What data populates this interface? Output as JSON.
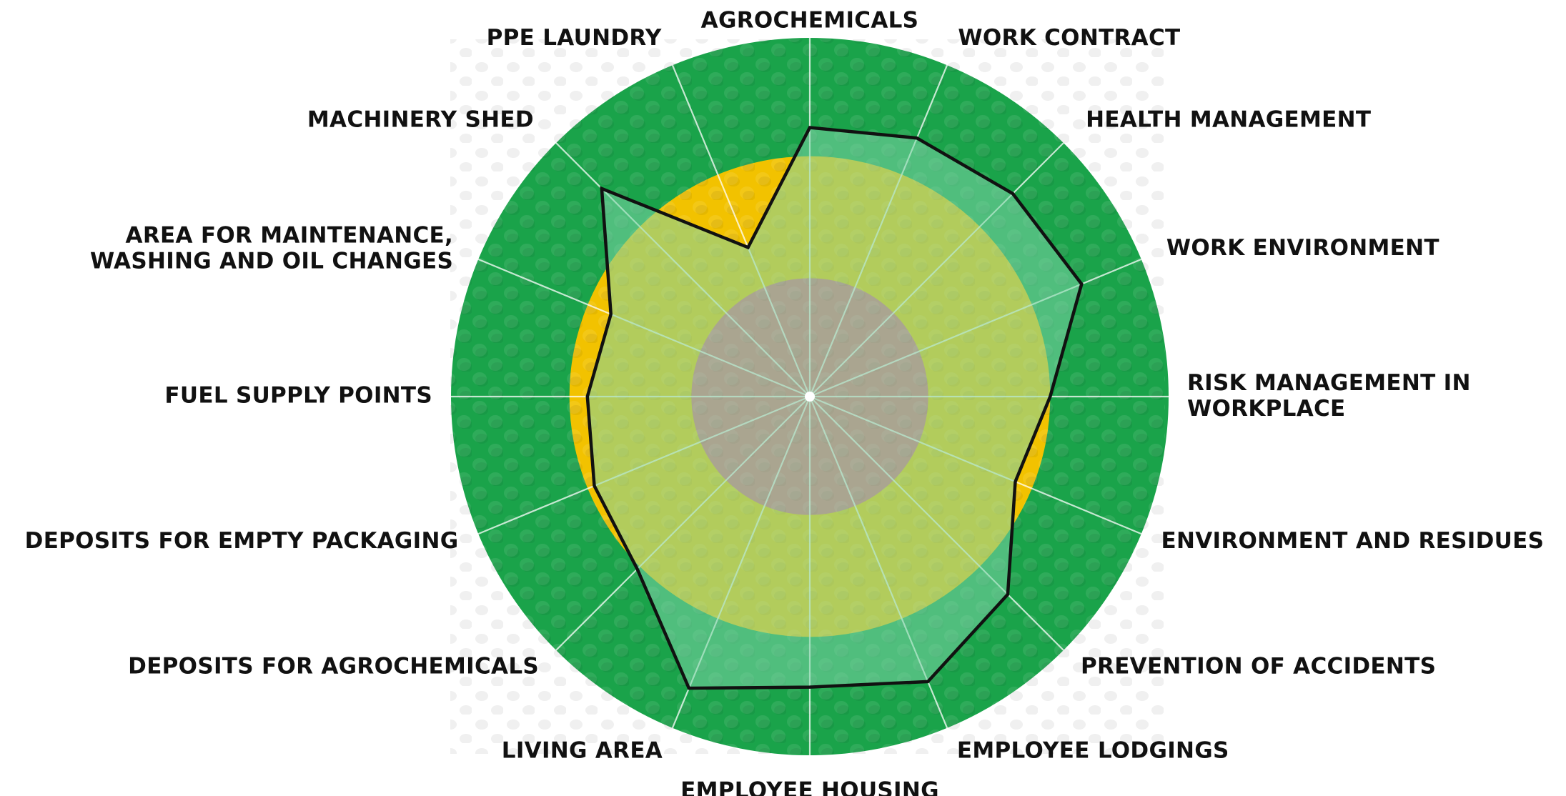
{
  "chart_data": {
    "type": "radar",
    "title": "",
    "rlim": [
      0,
      100
    ],
    "bands": [
      {
        "upto": 33,
        "color": "#e06b73"
      },
      {
        "upto": 67,
        "color": "#f2c200"
      },
      {
        "upto": 100,
        "color": "#1aa34a"
      }
    ],
    "categories": [
      "AGROCHEMICALS",
      "WORK CONTRACT",
      "HEALTH MANAGEMENT",
      "WORK ENVIRONMENT",
      "RISK MANAGEMENT IN WORKPLACE",
      "ENVIRONMENT AND RESIDUES",
      "PREVENTION OF ACCIDENTS",
      "EMPLOYEE LODGINGS",
      "EMPLOYEE HOUSING",
      "LIVING AREA",
      "DEPOSITS FOR AGROCHEMICALS",
      "DEPOSITS FOR EMPTY PACKAGING",
      "FUEL SUPPLY POINTS",
      "AREA FOR MAINTENANCE, WASHING AND OIL CHANGES",
      "MACHINERY SHED",
      "PPE LAUNDRY"
    ],
    "series": [
      {
        "values": [
          75,
          78,
          80,
          82,
          67,
          62,
          78,
          86,
          81,
          88,
          68,
          65,
          62,
          60,
          82,
          45
        ],
        "fill": "#7ed6a8",
        "stroke": "#111111"
      }
    ]
  }
}
